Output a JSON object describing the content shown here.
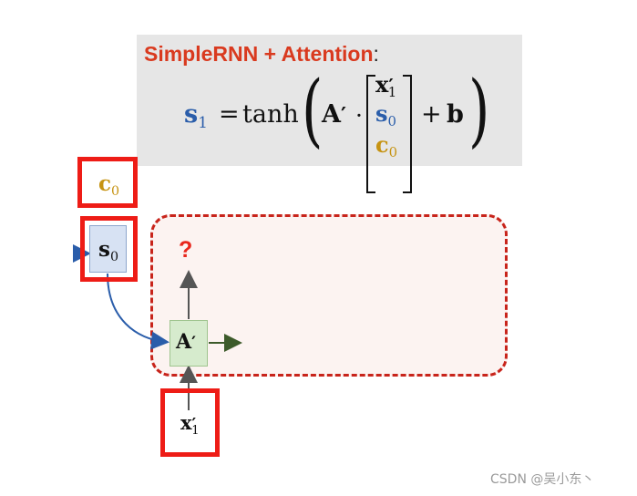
{
  "formula": {
    "title": "SimpleRNN + Attention",
    "colon": ":",
    "lhs_symbol": "s",
    "lhs_subscript": "1",
    "equals": "=",
    "function": "tanh",
    "left_paren": "(",
    "matrix_symbol": "A",
    "prime": "′",
    "dot": "·",
    "vector": [
      {
        "symbol": "x",
        "prime": "′",
        "subscript": "1",
        "color": "#111111"
      },
      {
        "symbol": "s",
        "prime": "",
        "subscript": "0",
        "color": "#2a5daa"
      },
      {
        "symbol": "c",
        "prime": "",
        "subscript": "0",
        "color": "#c69312"
      }
    ],
    "plus": "+",
    "bias": "b",
    "right_paren": ")"
  },
  "diagram": {
    "c0": {
      "symbol": "c",
      "subscript": "0"
    },
    "s0": {
      "symbol": "s",
      "subscript": "0"
    },
    "a_cell": {
      "symbol": "A",
      "prime": "′"
    },
    "output": "?",
    "x_input": {
      "symbol": "x",
      "prime": "′",
      "subscript": "1"
    }
  },
  "colors": {
    "accent_red": "#ee1c16",
    "s_blue": "#2a5daa",
    "c_gold": "#c69312",
    "a_green": "#d6ebcd",
    "panel_gray": "#e6e6e6"
  },
  "watermark": "CSDN @吴小东丶"
}
